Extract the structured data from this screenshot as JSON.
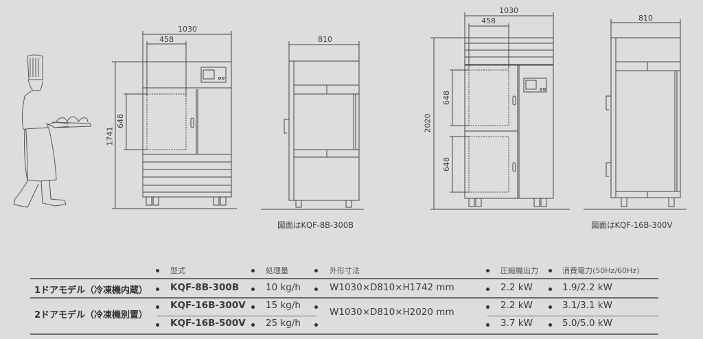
{
  "drawings": {
    "front_8b": {
      "width_label": "1030",
      "inner_width_label": "458",
      "height_label": "1741",
      "door_height_label": "648"
    },
    "side_8b": {
      "depth_label": "810",
      "caption": "図面はKQF-8B-300B"
    },
    "front_16b": {
      "width_label": "1030",
      "inner_width_label": "458",
      "height_label": "2020",
      "door_height_upper": "648",
      "door_height_lower": "648"
    },
    "side_16b": {
      "depth_label": "810",
      "caption": "図面はKQF-16B-300V"
    }
  },
  "spec_table": {
    "headers": {
      "model": "型式",
      "capacity": "処理量",
      "dimensions": "外形寸法",
      "compressor": "圧縮機出力",
      "power": "消費電力(50Hz/60Hz)"
    },
    "groups": [
      {
        "label": "1ドアモデル（冷凍機内蔵）",
        "dimensions": "W1030×D810×H1742 mm",
        "rows": [
          {
            "model": "KQF-8B-300B",
            "capacity": "10 kg/h",
            "compressor": "2.2 kW",
            "power": "1.9/2.2 kW"
          }
        ]
      },
      {
        "label": "2ドアモデル（冷凍機別置）",
        "dimensions": "W1030×D810×H2020 mm",
        "rows": [
          {
            "model": "KQF-16B-300V",
            "capacity": "15 kg/h",
            "compressor": "2.2 kW",
            "power": "3.1/3.1 kW"
          },
          {
            "model": "KQF-16B-500V",
            "capacity": "25 kg/h",
            "compressor": "3.7 kW",
            "power": "5.0/5.0 kW"
          }
        ]
      }
    ]
  },
  "colors": {
    "background": "#dcdddd",
    "line": "#3a3a3a",
    "rule": "#6a6a6a"
  }
}
